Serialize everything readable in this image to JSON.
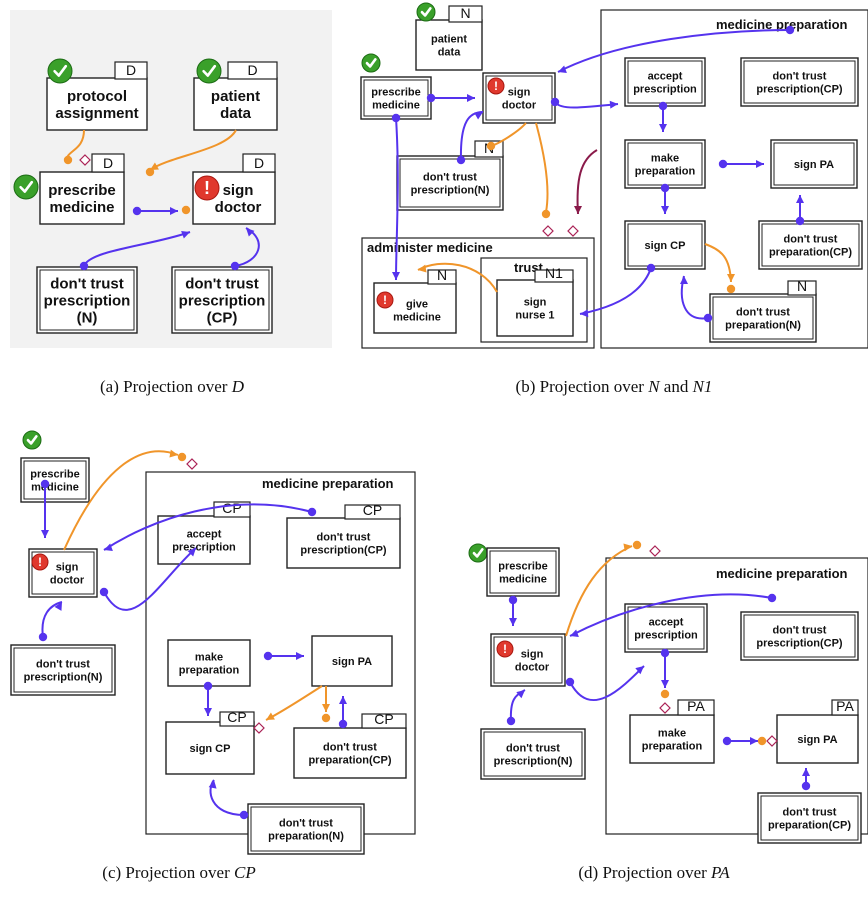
{
  "panels": {
    "a": {
      "caption_prefix": "(a)  Projection over ",
      "caption_var": "D",
      "nodes": {
        "protocol": "protocol|assignment",
        "patient": "patient|data",
        "prescribe": "prescribe|medicine",
        "sign_doctor": "sign|doctor",
        "dtp_n": "don't trust|prescription|(N)",
        "dtp_cp": "don't trust|prescription|(CP)"
      },
      "tabs": {
        "protocol": "D",
        "patient": "D",
        "prescribe": "D",
        "sign_doctor": "D"
      }
    },
    "b": {
      "caption_prefix": "(b)  Projection over ",
      "caption_var": "N",
      "caption_mid": " and ",
      "caption_var2": "N1",
      "frames": {
        "medicine_preparation": "medicine preparation",
        "administer": "administer medicine",
        "trust": "trust"
      },
      "nodes": {
        "patient": "patient|data",
        "prescribe": "prescribe|medicine",
        "sign_doctor": "sign|doctor",
        "dtp_n": "don't trust|prescription(N)",
        "accept": "accept|prescription",
        "dtp_cp": "don't trust|prescription(CP)",
        "make": "make|preparation",
        "sign_pa": "sign PA",
        "sign_cp": "sign CP",
        "dtprep_cp": "don't trust|preparation(CP)",
        "dtprep_n": "don't trust|preparation(N)",
        "give": "give|medicine",
        "sign_nurse": "sign|nurse 1"
      },
      "tabs": {
        "patient": "N",
        "dtp_n": "N",
        "give": "N",
        "sign_nurse": "N1",
        "dtprep_n": "N"
      }
    },
    "c": {
      "caption_prefix": "(c)  Projection over ",
      "caption_var": "CP",
      "frames": {
        "medicine_preparation": "medicine preparation"
      },
      "nodes": {
        "prescribe": "prescribe|medicine",
        "sign_doctor": "sign|doctor",
        "dtp_n": "don't trust|prescription(N)",
        "accept": "accept|prescription",
        "dtp_cp": "don't trust|prescription(CP)",
        "make": "make|preparation",
        "sign_pa": "sign PA",
        "sign_cp": "sign CP",
        "dtprep_cp": "don't trust|preparation(CP)",
        "dtprep_n": "don't trust|preparation(N)"
      },
      "tabs": {
        "accept": "CP",
        "dtp_cp": "CP",
        "sign_cp": "CP",
        "dtprep_cp": "CP"
      }
    },
    "d": {
      "caption_prefix": "(d)  Projection over ",
      "caption_var": "PA",
      "frames": {
        "medicine_preparation": "medicine preparation"
      },
      "nodes": {
        "prescribe": "prescribe|medicine",
        "sign_doctor": "sign|doctor",
        "dtp_n": "don't trust|prescription(N)",
        "accept": "accept|prescription",
        "dtp_cp": "don't trust|prescription(CP)",
        "make": "make|preparation",
        "sign_pa": "sign PA",
        "dtprep_cp": "don't trust|preparation(CP)"
      },
      "tabs": {
        "make": "PA",
        "sign_pa": "PA"
      }
    }
  },
  "colors": {
    "blue": "#5533ee",
    "orange": "#f0952a",
    "maroon": "#8a1a4a",
    "check": "#3aa02a",
    "warning": "#e0382d"
  },
  "icons": {
    "completed": "check-circle-icon",
    "alert": "exclamation-circle-icon"
  }
}
